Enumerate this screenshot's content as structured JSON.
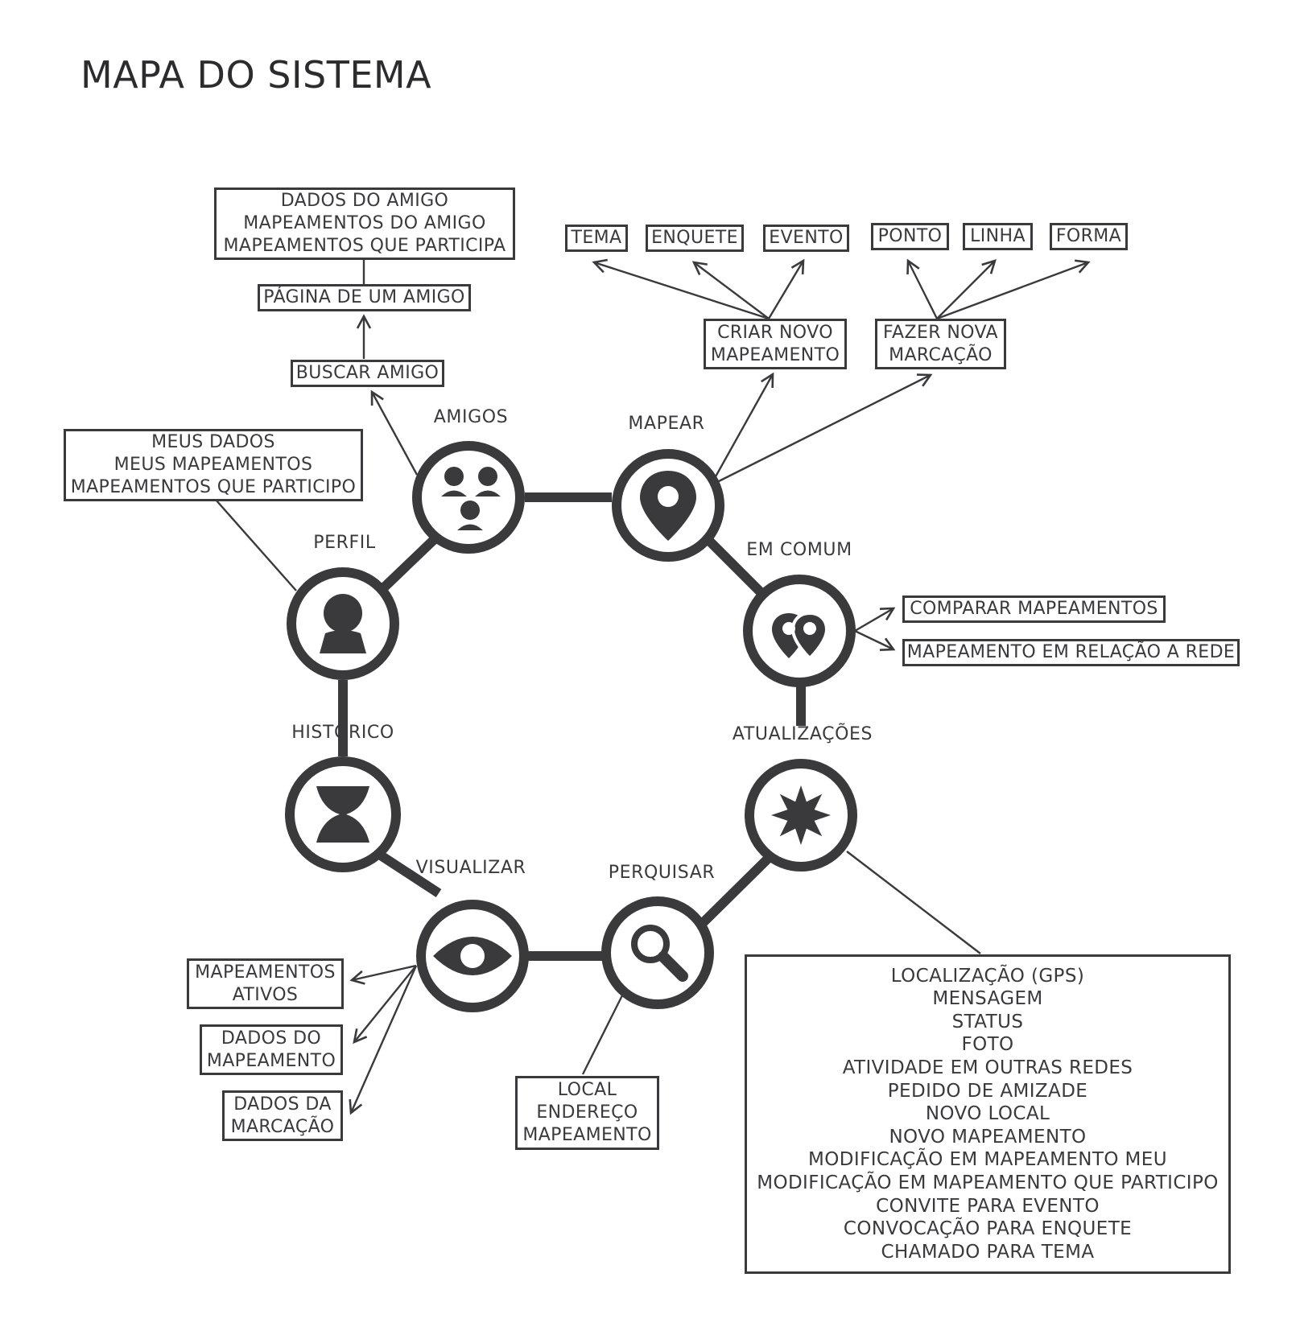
{
  "title": "MAPA DO SISTEMA",
  "nodes": {
    "amigos": "AMIGOS",
    "mapear": "MAPEAR",
    "perfil": "PERFIL",
    "em_comum": "EM COMUM",
    "historico": "HISTÓRICO",
    "atualizacoes": "ATUALIZAÇÕES",
    "visualizar": "VISUALIZAR",
    "perquisar": "PERQUISAR"
  },
  "boxes": {
    "amigo_dados": [
      "DADOS DO AMIGO",
      "MAPEAMENTOS DO AMIGO",
      "MAPEAMENTOS QUE PARTICIPA"
    ],
    "pagina_amigo": "PÁGINA DE UM AMIGO",
    "buscar_amigo": "BUSCAR AMIGO",
    "meus_dados": [
      "MEUS DADOS",
      "MEUS MAPEAMENTOS",
      "MAPEAMENTOS QUE PARTICIPO"
    ],
    "tema": "TEMA",
    "enquete": "ENQUETE",
    "evento": "EVENTO",
    "ponto": "PONTO",
    "linha": "LINHA",
    "forma": "FORMA",
    "criar_novo_mapeamento": [
      "CRIAR NOVO",
      "MAPEAMENTO"
    ],
    "fazer_nova_marcacao": [
      "FAZER NOVA",
      "MARCAÇÃO"
    ],
    "comparar_mapeamentos": "COMPARAR MAPEAMENTOS",
    "mapeamento_rede": "MAPEAMENTO EM RELAÇÃO A REDE",
    "mapeamentos_ativos": [
      "MAPEAMENTOS",
      "ATIVOS"
    ],
    "dados_mapeamento": [
      "DADOS DO",
      "MAPEAMENTO"
    ],
    "dados_marcacao": [
      "DADOS DA",
      "MARCAÇÃO"
    ],
    "local_endereco": [
      "LOCAL",
      "ENDEREÇO",
      "MAPEAMENTO"
    ],
    "atualizacoes_lista": [
      "LOCALIZAÇÃO (GPS)",
      "MENSAGEM",
      "STATUS",
      "FOTO",
      "ATIVIDADE EM OUTRAS REDES",
      "PEDIDO DE AMIZADE",
      "NOVO LOCAL",
      "NOVO MAPEAMENTO",
      "MODIFICAÇÃO EM MAPEAMENTO MEU",
      "MODIFICAÇÃO EM MAPEAMENTO QUE PARTICIPO",
      "CONVITE PARA EVENTO",
      "CONVOCAÇÃO PARA ENQUETE",
      "CHAMADO PARA TEMA"
    ]
  },
  "icons": {
    "amigos": "group-icon",
    "mapear": "map-pin-icon",
    "perfil": "user-icon",
    "em_comum": "overlapping-pins-icon",
    "historico": "hourglass-icon",
    "atualizacoes": "star-burst-icon",
    "visualizar": "eye-icon",
    "perquisar": "magnifier-icon"
  },
  "colors": {
    "ink": "#3a3a3d",
    "background": "#ffffff"
  }
}
